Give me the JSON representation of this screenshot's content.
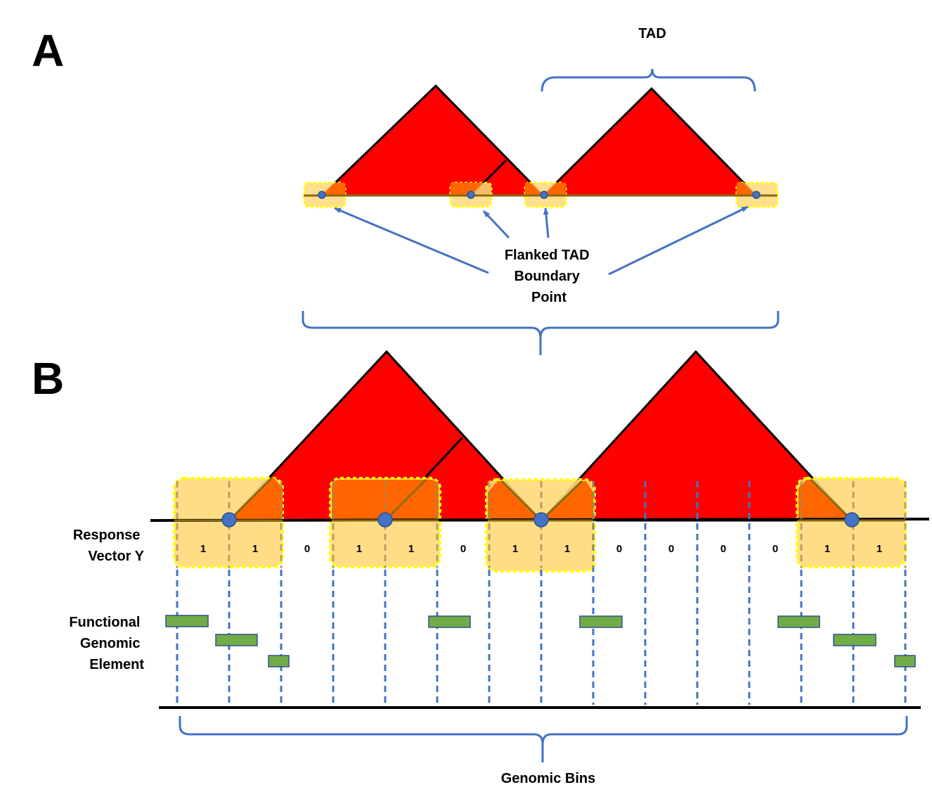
{
  "panel_a": {
    "letter": "A",
    "tad_label": "TAD",
    "boundary_label_lines": [
      "Flanked TAD",
      "Boundary",
      "Point"
    ]
  },
  "panel_b": {
    "letter": "B",
    "response_label_lines": [
      "Response",
      "Vector Y"
    ],
    "element_label_lines": [
      "Functional",
      "Genomic",
      "Element"
    ],
    "bins_label": "Genomic Bins",
    "response_values": [
      1,
      1,
      0,
      1,
      1,
      0,
      1,
      1,
      0,
      0,
      0,
      0,
      1,
      1
    ]
  },
  "colors": {
    "tad_fill": "#ff0000",
    "boundary_overlap": "#ff6600",
    "flank_box": "#ffd97a",
    "flank_border": "#ffff00",
    "brace_blue": "#4472c4",
    "boundary_point": "#4472c4",
    "element_green": "#70ad47"
  }
}
